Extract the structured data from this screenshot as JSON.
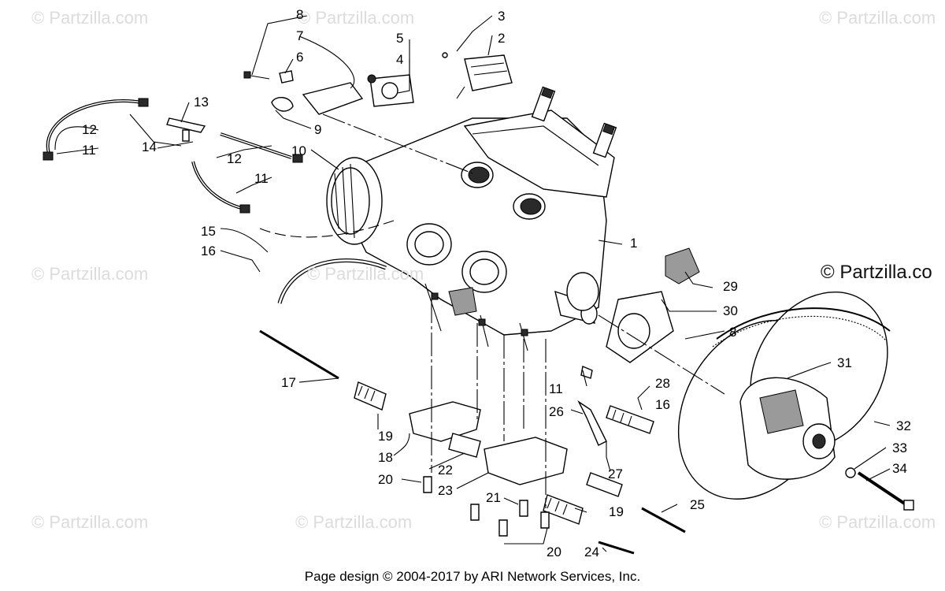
{
  "watermarks": [
    "© Partzilla.com",
    "© Partzilla.com",
    "© Partzilla.com",
    "© Partzilla.com",
    "© Partzilla.com",
    "© Partzilla.com",
    "© Partzilla.com",
    "© Partzilla.com"
  ],
  "watermark_strong": "© Partzilla.co",
  "callouts": [
    "8",
    "7",
    "6",
    "5",
    "4",
    "3",
    "2",
    "13",
    "12",
    "11",
    "14",
    "9",
    "10",
    "12",
    "11",
    "15",
    "16",
    "1",
    "29",
    "30",
    "8",
    "31",
    "17",
    "11",
    "28",
    "16",
    "26",
    "32",
    "19",
    "18",
    "33",
    "34",
    "22",
    "20",
    "27",
    "23",
    "21",
    "25",
    "19",
    "20",
    "24"
  ],
  "footer": "Page design © 2004-2017 by ARI Network Services, Inc."
}
